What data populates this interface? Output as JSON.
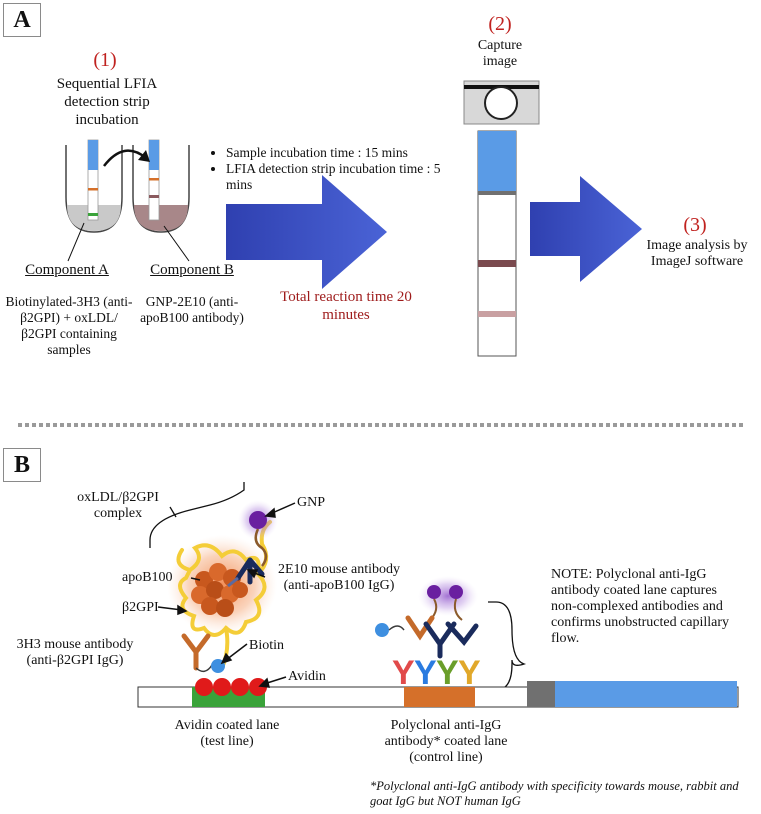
{
  "panel_a": {
    "label": "A",
    "step1": {
      "number": "(1)",
      "title": "Sequential LFIA detection strip incubation"
    },
    "component_a": {
      "title": "Component A",
      "desc": "Biotinylated-3H3 (anti-β2GPI) + oxLDL/β2GPI containing samples"
    },
    "component_b": {
      "title": "Component B",
      "desc": "GNP-2E10 (anti-apoB100 antibody)"
    },
    "bullets": [
      "Sample incubation time : 15 mins",
      "LFIA detection strip incubation time : 5 mins"
    ],
    "total_time": "Total reaction time 20 minutes",
    "step2": {
      "number": "(2)",
      "title": "Capture image"
    },
    "step3": {
      "number": "(3)",
      "title": "Image analysis by ImageJ software"
    }
  },
  "panel_b": {
    "label": "B",
    "labels": {
      "complex": "oxLDL/β2GPI complex",
      "gnp": "GNP",
      "apob100": "apoB100",
      "ab_2e10": "2E10 mouse antibody (anti-apoB100 IgG)",
      "b2gpi": "β2GPI",
      "ab_3h3": "3H3 mouse antibody (anti-β2GPI IgG)",
      "biotin": "Biotin",
      "avidin": "Avidin",
      "test_lane": "Avidin coated lane (test line)",
      "control_lane": "Polyclonal anti-IgG antibody* coated lane (control line)"
    },
    "note": "NOTE: Polyclonal anti-IgG antibody coated lane captures non-complexed antibodies and confirms unobstructed capillary flow.",
    "footnote": "*Polyclonal anti-IgG antibody with specificity towards mouse, rabbit and goat IgG but NOT human IgG"
  },
  "colors": {
    "step_number": "#c0221f",
    "total_time": "#9e1b1b",
    "arrow": "#3d55c9",
    "strip_pad": "#5a9be6",
    "test_line": "#7a4a4e",
    "control_line": "#c9a0a2",
    "avidin": "#e01a1a",
    "test_lane": "#3aa33a",
    "control_lane": "#d5702a",
    "gnp": "#6a1fa0"
  }
}
